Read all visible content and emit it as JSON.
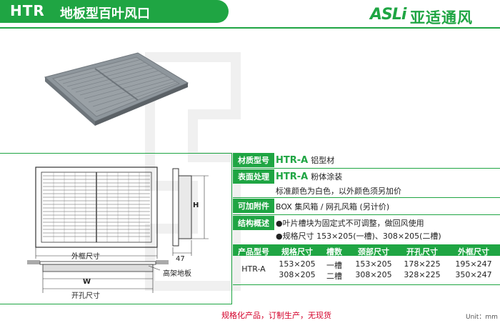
{
  "header": {
    "code": "HTR",
    "title": "地板型百叶风口",
    "logo_mark": "ASLi",
    "logo_name": "亚适通风"
  },
  "drawing": {
    "outer_label": "外框尺寸",
    "opening_label": "开孔尺寸",
    "w_label": "W",
    "h_label": "H",
    "dim_47": "47",
    "floor_label": "高架地板"
  },
  "spec": {
    "rows": [
      {
        "label": "材质型号",
        "code": "HTR-A",
        "text": "铝型材"
      },
      {
        "label": "表面处理",
        "code": "HTR-A",
        "text": "粉体涂装",
        "text2": "标准颜色为白色，以外颜色须另加价"
      },
      {
        "label": "可加附件",
        "text": "BOX 集风箱 / 网孔风箱 (另计价)"
      },
      {
        "label": "结构概述",
        "bullet1": "●叶片槽块为固定式不可调整，做回风使用",
        "bullet2": "●规格尺寸 153×205(一槽)、308×205(二槽)"
      }
    ],
    "table_headers": [
      "产品型号",
      "规格尺寸",
      "槽数",
      "颈部尺寸",
      "开孔尺寸",
      "外框尺寸"
    ],
    "table_rows": [
      [
        "HTR-A",
        "153×205",
        "一槽",
        "153×205",
        "178×225",
        "195×247"
      ],
      [
        "",
        "308×205",
        "二槽",
        "308×205",
        "328×225",
        "350×247"
      ]
    ]
  },
  "footer": {
    "note": "规格化产品，订制生产，无现货",
    "unit": "Unit：mm"
  }
}
